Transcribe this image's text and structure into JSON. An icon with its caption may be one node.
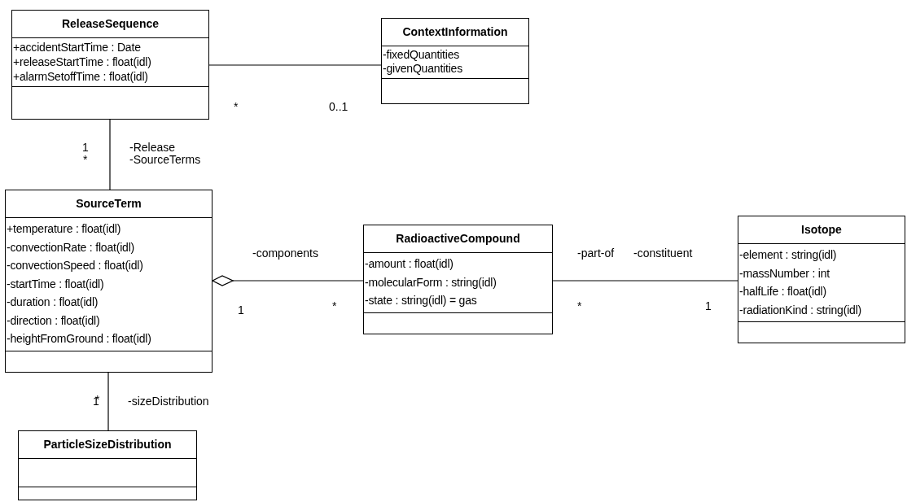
{
  "diagram": {
    "nodes": [
      {
        "text": [
          "ReleaseSequence",
          "+accidentStartTime : Date",
          "+releaseStartTime : float(idl)",
          "+alarmSetoffTime : float(idl)"
        ]
      },
      {
        "text": [
          "ContextInformation",
          "-fixedQuantities",
          "-givenQuantities"
        ]
      },
      {
        "text": [
          "SourceTerm",
          "+temperature : float(idl)",
          "-convectionRate : float(idl)",
          "-convectionSpeed : float(idl)",
          "-startTime : float(idl)",
          "-duration : float(idl)",
          "-direction : float(idl)",
          "-heightFromGround : float(idl)"
        ]
      },
      {
        "text": [
          "RadioactiveCompound",
          "-amount : float(idl)",
          "-molecularForm : string(idl)",
          "-state : string(idl) = gas"
        ]
      },
      {
        "text": [
          "Isotope",
          "-element : string(idl)",
          "-massNumber : int",
          "-halfLife : float(idl)",
          "-radiationKind : string(idl)"
        ]
      },
      {
        "text": [
          "ParticleSizeDistribution"
        ]
      }
    ],
    "edges": [
      {
        "from": 0,
        "to": 1,
        "arrow": "none"
      },
      {
        "from": 0,
        "to": 2,
        "arrow": "none"
      },
      {
        "from": 2,
        "to": 3,
        "arrow": "other"
      },
      {
        "from": 3,
        "to": 4,
        "arrow": "none"
      },
      {
        "from": 2,
        "to": 5,
        "arrow": "none"
      }
    ],
    "labels": [
      "*",
      "0..1",
      "1",
      "*",
      "-Release",
      "-SourceTerms",
      "-components",
      "-part-of",
      "-constituent",
      "1",
      "*",
      "*",
      "1",
      "1",
      "*",
      "-sizeDistribution"
    ]
  }
}
